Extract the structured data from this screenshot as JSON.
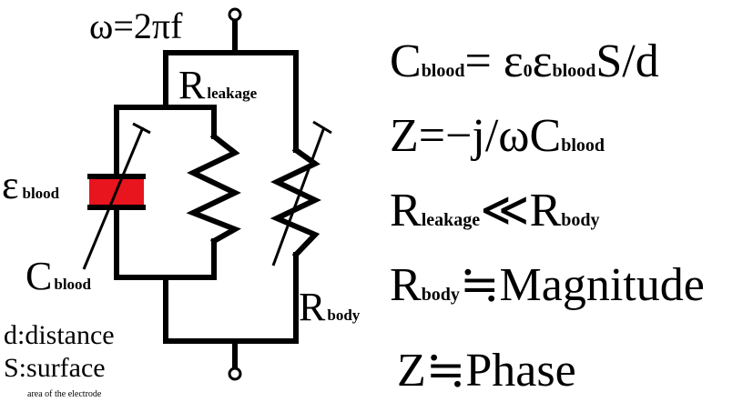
{
  "omega_label": "ω=2πf",
  "colors": {
    "capacitor_fill": "#e8141e",
    "ink": "#000000"
  },
  "circuit": {
    "r_leakage": {
      "main": "R",
      "sub": "leakage"
    },
    "epsilon_blood": {
      "main": "ε",
      "sub": "blood"
    },
    "c_blood": {
      "main": "C",
      "sub": "blood"
    },
    "r_body": {
      "main": "R",
      "sub": "body"
    }
  },
  "legend": {
    "distance": "d:distance",
    "surface": "S:surface",
    "surface_note": "area of the electrode"
  },
  "equations": [
    {
      "parts": [
        "C",
        "blood",
        "= ε",
        "0",
        "ε",
        "blood",
        "S/d"
      ]
    },
    {
      "parts": [
        "Z=−j/ωC",
        "blood"
      ]
    },
    {
      "parts": [
        "R",
        "leakage",
        "≪R",
        "body"
      ]
    },
    {
      "parts": [
        "R",
        "body",
        "≒Magnitude"
      ]
    },
    {
      "parts": [
        "Z≒Phase"
      ]
    }
  ]
}
